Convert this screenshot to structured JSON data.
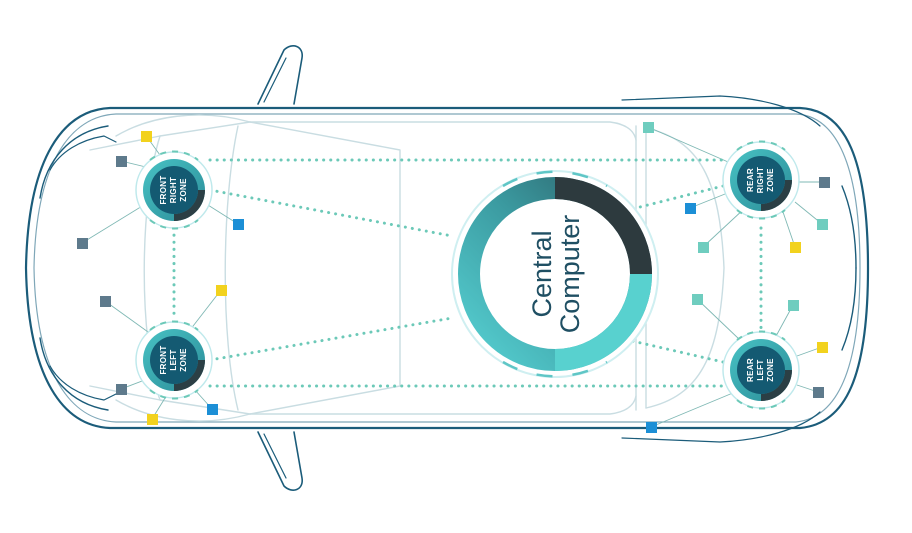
{
  "central": {
    "line1": "Central",
    "line2": "Computer"
  },
  "zones": {
    "front_right": [
      "FRONT",
      "RIGHT",
      "ZONE"
    ],
    "front_left": [
      "FRONT",
      "LEFT",
      "ZONE"
    ],
    "rear_right": [
      "REAR",
      "RIGHT",
      "ZONE"
    ],
    "rear_left": [
      "REAR",
      "LEFT",
      "ZONE"
    ]
  },
  "colors": {
    "body_outline": "#1b5c7a",
    "interior_line": "#c9dde2",
    "zone_fill": "#145a72",
    "zone_ring": "#35a9b0",
    "zone_dark": "#2b3f45",
    "zone_halo": "#bfe9ec",
    "link_dots": "#6cc9b8",
    "sensor_teal": "#6fcdbf",
    "sensor_gray": "#5e7a8c",
    "sensor_yellow": "#f2d21e",
    "sensor_blue": "#1c8fd6",
    "central_ring": "#3a9ea6",
    "central_dark": "#2d3a3e"
  }
}
